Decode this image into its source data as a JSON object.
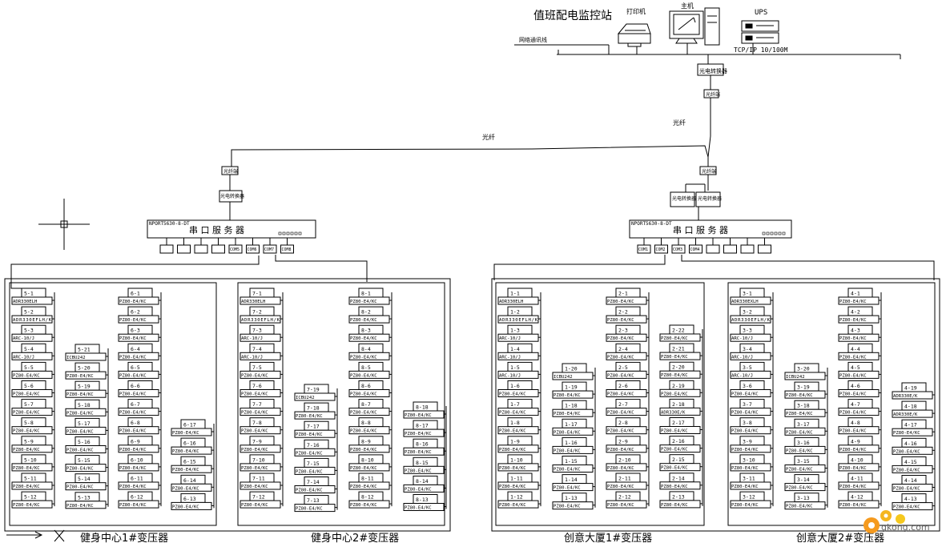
{
  "station": {
    "title": "值班配电监控站",
    "printer": "打印机",
    "host": "主机",
    "ups": "UPS",
    "net_label": "网络通讯线",
    "tcp": "TCP/IP 10/100M",
    "converter": "光电转换器",
    "fiber_node": "光纤端",
    "fiber": "光纤"
  },
  "groups": [
    {
      "title": "健身中心1#变压器",
      "server_model": "NPORT5630-8-DT",
      "server_label": "串 口 服 务 器",
      "ports": [
        "",
        "",
        "",
        "",
        "COM5",
        "COM6",
        "COM7",
        "COM8"
      ],
      "fiber_node": "光纤端",
      "converter": "光电转换器",
      "cols": [
        [
          [
            "5-1",
            "ADR330ELH"
          ],
          [
            "5-2",
            "ADR330EFLH/K"
          ],
          [
            "5-3",
            "ARC-10/J"
          ],
          [
            "5-4",
            "ARC-10/J"
          ],
          [
            "5-5",
            "PZ80-E4/KC"
          ],
          [
            "5-6",
            "PZ80-E4/KC"
          ],
          [
            "5-7",
            "PZ80-E4/KC"
          ],
          [
            "5-8",
            "PZ80-E4/KC"
          ],
          [
            "5-9",
            "PZ80-E4/KC"
          ],
          [
            "5-10",
            "PZ80-E4/KC"
          ],
          [
            "5-11",
            "PZ80-E4/KC"
          ],
          [
            "5-12",
            "PZ80-E4/KC"
          ]
        ],
        [
          [
            "5-21",
            "ICBU242"
          ],
          [
            "5-20",
            "PZ80-E4/KC"
          ],
          [
            "5-19",
            "PZ80-E4/KC"
          ],
          [
            "5-18",
            "PZ80-E4/KC"
          ],
          [
            "5-17",
            "PZ80-E4/KC"
          ],
          [
            "5-16",
            "PZ80-E4/KC"
          ],
          [
            "5-15",
            "PZ80-E4/KC"
          ],
          [
            "5-14",
            "PZ80-E4/KC"
          ],
          [
            "5-13",
            "PZ80-E4/KC"
          ]
        ],
        [
          [
            "6-1",
            "PZ80-E4/KC"
          ],
          [
            "6-2",
            "PZ80-E4/KC"
          ],
          [
            "6-3",
            "PZ80-E4/KC"
          ],
          [
            "6-4",
            "PZ80-E4/KC"
          ],
          [
            "6-5",
            "PZ80-E4/KC"
          ],
          [
            "6-6",
            "PZ80-E4/KC"
          ],
          [
            "6-7",
            "PZ80-E4/KC"
          ],
          [
            "6-8",
            "PZ80-E4/KC"
          ],
          [
            "6-9",
            "PZ80-E4/KC"
          ],
          [
            "6-10",
            "PZ80-E4/KC"
          ],
          [
            "6-11",
            "PZ80-E4/KC"
          ],
          [
            "6-12",
            "PZ80-E4/KC"
          ]
        ],
        [
          [
            "6-17",
            "PZ80-E4/KC"
          ],
          [
            "6-16",
            "PZ80-E4/KC"
          ],
          [
            "6-15",
            "PZ80-E4/KC"
          ],
          [
            "6-14",
            "PZ80-E4/KC"
          ],
          [
            "6-13",
            "PZ80-E4/KC"
          ]
        ]
      ]
    },
    {
      "title": "健身中心2#变压器",
      "cols": [
        [
          [
            "7-1",
            "ADR330ELH"
          ],
          [
            "7-2",
            "ADR330EFLH/K"
          ],
          [
            "7-3",
            "ARC-10/J"
          ],
          [
            "7-4",
            "ARC-10/J"
          ],
          [
            "7-5",
            "PZ80-E4/KC"
          ],
          [
            "7-6",
            "PZ80-E4/KC"
          ],
          [
            "7-7",
            "PZ80-E4/KC"
          ],
          [
            "7-8",
            "PZ80-E4/KC"
          ],
          [
            "7-9",
            "PZ80-E4/KC"
          ],
          [
            "7-10",
            "PZ80-E4/KC"
          ],
          [
            "7-11",
            "PZ80-E4/KC"
          ],
          [
            "7-12",
            "PZ80-E4/KC"
          ]
        ],
        [
          [
            "7-19",
            "ICBU242"
          ],
          [
            "7-18",
            "PZ80-E4/KC"
          ],
          [
            "7-17",
            "PZ80-E4/KC"
          ],
          [
            "7-16",
            "PZ80-E4/KC"
          ],
          [
            "7-15",
            "PZ80-E4/KC"
          ],
          [
            "7-14",
            "PZ80-E4/KC"
          ],
          [
            "7-13",
            "PZ80-E4/KC"
          ]
        ],
        [
          [
            "8-1",
            "PZ80-E4/KC"
          ],
          [
            "8-2",
            "PZ80-E4/KC"
          ],
          [
            "8-3",
            "PZ80-E4/KC"
          ],
          [
            "8-4",
            "PZ80-E4/KC"
          ],
          [
            "8-5",
            "PZ80-E4/KC"
          ],
          [
            "8-6",
            "PZ80-E4/KC"
          ],
          [
            "8-7",
            "PZ80-E4/KC"
          ],
          [
            "8-8",
            "PZ80-E4/KC"
          ],
          [
            "8-9",
            "PZ80-E4/KC"
          ],
          [
            "8-10",
            "PZ80-E4/KC"
          ],
          [
            "8-11",
            "PZ80-E4/KC"
          ],
          [
            "8-12",
            "PZ80-E4/KC"
          ]
        ],
        [
          [
            "8-18",
            "PZ80-E4/KC"
          ],
          [
            "8-17",
            "PZ80-E4/KC"
          ],
          [
            "8-16",
            "PZ80-E4/KC"
          ],
          [
            "8-15",
            "PZ80-E4/KC"
          ],
          [
            "8-14",
            "PZ80-E4/KC"
          ],
          [
            "8-13",
            "PZ80-E4/KC"
          ]
        ]
      ]
    },
    {
      "title": "创意大厦1#变压器",
      "server_model": "NPORT5630-8-DT",
      "server_label": "串 口 服 务 器",
      "ports": [
        "COM1",
        "COM2",
        "COM3",
        "COM4",
        "",
        "",
        "",
        ""
      ],
      "fiber_node": "光纤端",
      "converters": [
        "光电转换器",
        "光电转换器"
      ],
      "cols": [
        [
          [
            "1-1",
            "ADR330ELH"
          ],
          [
            "1-2",
            "ADR330EFLH/K"
          ],
          [
            "1-3",
            "ARC-10/J"
          ],
          [
            "1-4",
            "ARC-10/J"
          ],
          [
            "1-5",
            "ARC-10/J"
          ],
          [
            "1-6",
            "PZ80-E4/KC"
          ],
          [
            "1-7",
            "PZ80-E4/KC"
          ],
          [
            "1-8",
            "PZ80-E4/KC"
          ],
          [
            "1-9",
            "PZ80-E4/KC"
          ],
          [
            "1-10",
            "PZ80-E4/KC"
          ],
          [
            "1-11",
            "PZ80-E4/KC"
          ],
          [
            "1-12",
            "PZ80-E4/KC"
          ]
        ],
        [
          [
            "1-20",
            "ICBU242"
          ],
          [
            "1-19",
            "PZ80-E4/KC"
          ],
          [
            "1-18",
            "PZ80-E4/KC"
          ],
          [
            "1-17",
            "PZ80-E4/KC"
          ],
          [
            "1-16",
            "PZ80-E4/KC"
          ],
          [
            "1-15",
            "PZ80-E4/KC"
          ],
          [
            "1-14",
            "PZ80-E4/KC"
          ],
          [
            "1-13",
            "PZ80-E4/KC"
          ]
        ],
        [
          [
            "2-1",
            "PZ80-E4/KC"
          ],
          [
            "2-2",
            "PZ80-E4/KC"
          ],
          [
            "2-3",
            "PZ80-E4/KC"
          ],
          [
            "2-4",
            "PZ80-E4/KC"
          ],
          [
            "2-5",
            "PZ80-E4/KC"
          ],
          [
            "2-6",
            "PZ80-E4/KC"
          ],
          [
            "2-7",
            "PZ80-E4/KC"
          ],
          [
            "2-8",
            "PZ80-E4/KC"
          ],
          [
            "2-9",
            "PZ80-E4/KC"
          ],
          [
            "2-10",
            "PZ80-E4/KC"
          ],
          [
            "2-11",
            "PZ80-E4/KC"
          ],
          [
            "2-12",
            "PZ80-E4/KC"
          ]
        ],
        [
          [
            "2-22",
            "PZ80-E4/KC"
          ],
          [
            "2-21",
            "PZ80-E4/KC"
          ],
          [
            "2-20",
            "PZ80-E4/KC"
          ],
          [
            "2-19",
            "PZ80-E4/KC"
          ],
          [
            "2-18",
            "ADR330E/K"
          ],
          [
            "2-17",
            "PZ80-E4/KC"
          ],
          [
            "2-16",
            "PZ80-E4/KC"
          ],
          [
            "2-15",
            "PZ80-E4/KC"
          ],
          [
            "2-14",
            "PZ80-E4/KC"
          ],
          [
            "2-13",
            "PZ80-E4/KC"
          ]
        ]
      ]
    },
    {
      "title": "创意大厦2#变压器",
      "cols": [
        [
          [
            "3-1",
            "ADR330EXLH"
          ],
          [
            "3-2",
            "ADR330EFLH/K"
          ],
          [
            "3-3",
            "ARC-10/J"
          ],
          [
            "3-4",
            "ARC-10/J"
          ],
          [
            "3-5",
            "ARC-10/J"
          ],
          [
            "3-6",
            "PZ80-E4/KC"
          ],
          [
            "3-7",
            "PZ80-E4/KC"
          ],
          [
            "3-8",
            "PZ80-E4/KC"
          ],
          [
            "3-9",
            "PZ80-E4/KC"
          ],
          [
            "3-10",
            "PZ80-E4/KC"
          ],
          [
            "3-11",
            "PZ80-E4/KC"
          ],
          [
            "3-12",
            "PZ80-E4/KC"
          ]
        ],
        [
          [
            "3-20",
            "ICBU242"
          ],
          [
            "3-19",
            "PZ80-E4/KC"
          ],
          [
            "3-18",
            "PZ80-E4/KC"
          ],
          [
            "3-17",
            "PZ80-E4/KC"
          ],
          [
            "3-16",
            "PZ80-E4/KC"
          ],
          [
            "3-15",
            "PZ80-E4/KC"
          ],
          [
            "3-14",
            "PZ80-E4/KC"
          ],
          [
            "3-13",
            "PZ80-E4/KC"
          ]
        ],
        [
          [
            "4-1",
            "PZ80-E4/KC"
          ],
          [
            "4-2",
            "PZ80-E4/KC"
          ],
          [
            "4-3",
            "PZ80-E4/KC"
          ],
          [
            "4-4",
            "PZ80-E4/KC"
          ],
          [
            "4-5",
            "PZ80-E4/KC"
          ],
          [
            "4-6",
            "PZ80-E4/KC"
          ],
          [
            "4-7",
            "PZ80-E4/KC"
          ],
          [
            "4-8",
            "PZ80-E4/KC"
          ],
          [
            "4-9",
            "PZ80-E4/KC"
          ],
          [
            "4-10",
            "PZ80-E4/KC"
          ],
          [
            "4-11",
            "PZ80-E4/KC"
          ],
          [
            "4-12",
            "PZ80-E4/KC"
          ]
        ],
        [
          [
            "4-19",
            "ADR330E/K"
          ],
          [
            "4-18",
            "ADR330E/K"
          ],
          [
            "4-17",
            "PZ80-E4/KC"
          ],
          [
            "4-16",
            "PZ80-E4/KC"
          ],
          [
            "4-15",
            "PZ80-E4/KC"
          ],
          [
            "4-14",
            "PZ80-E4/KC"
          ],
          [
            "4-13",
            "PZ80-E4/KC"
          ]
        ]
      ]
    }
  ],
  "watermark": "gkong.com"
}
